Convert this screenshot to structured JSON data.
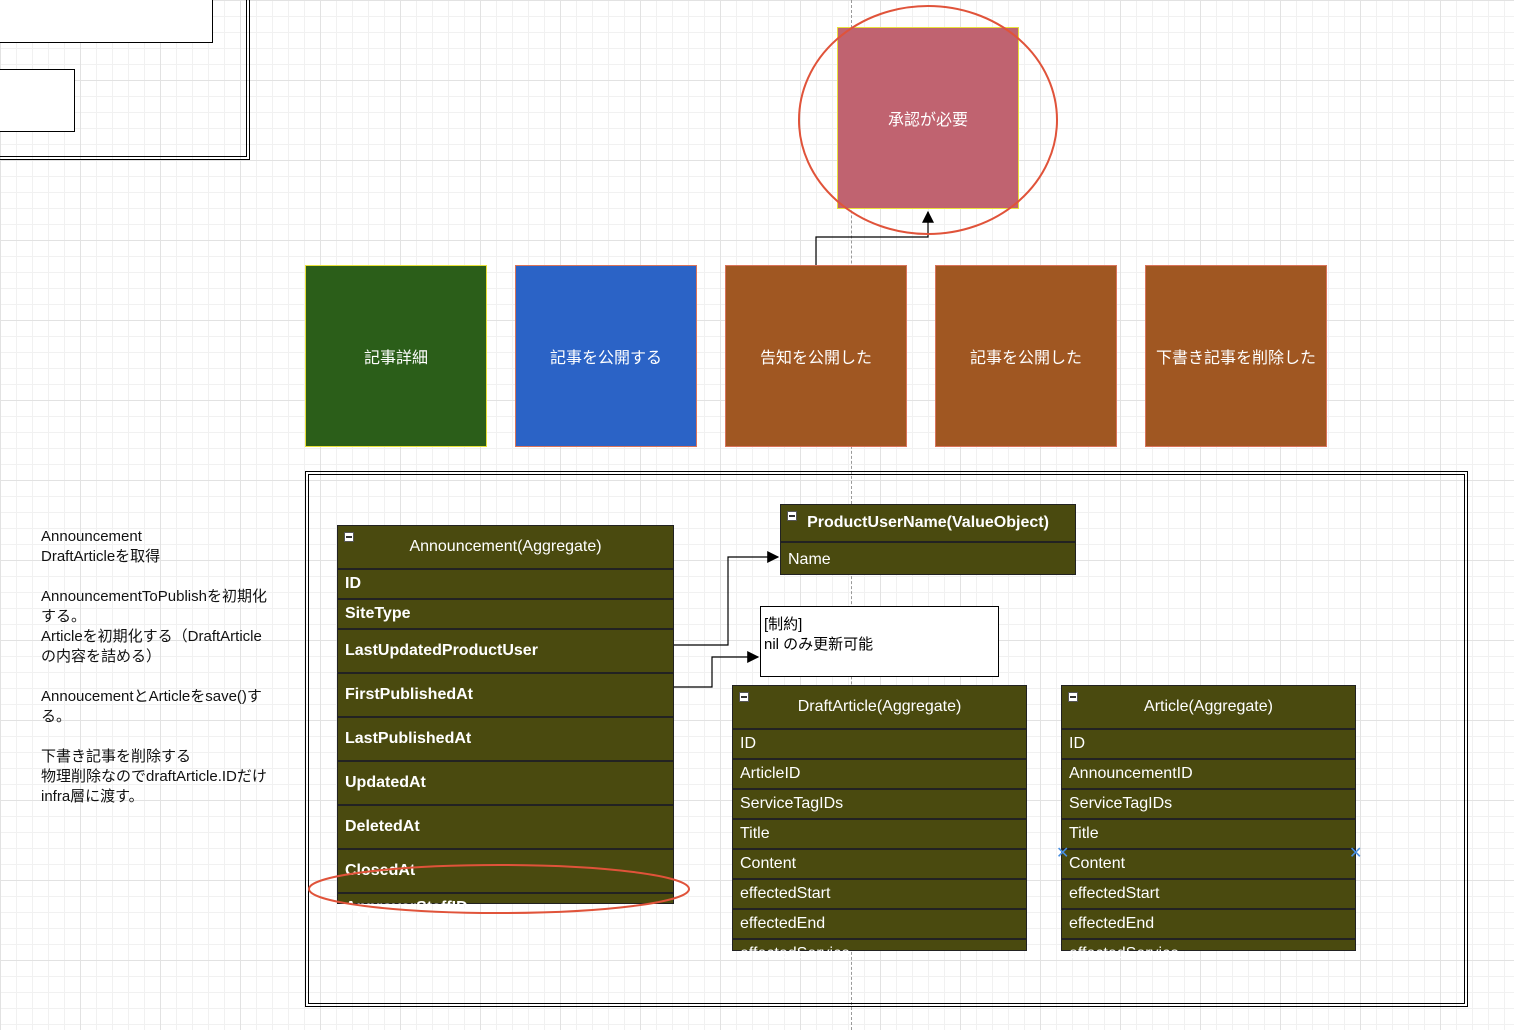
{
  "cards": {
    "approval": "承認が必要",
    "article_detail": "記事詳細",
    "publish_article": "記事を公開する",
    "announcement_published": "告知を公開した",
    "article_published": "記事を公開した",
    "draft_deleted": "下書き記事を削除した"
  },
  "notes": {
    "text": "Announcement\nDraftArticleを取得\n\nAnnouncementToPublishを初期化\nする。\nArticleを初期化する（DraftArticle\nの内容を詰める）\n\nAnnoucementとArticleをsave()す\nる。\n\n下書き記事を削除する\n物理削除なのでdraftArticle.IDだけ\ninfra層に渡す。"
  },
  "announcement": {
    "title": "Announcement(Aggregate)",
    "fields": [
      "ID",
      "SiteType",
      "LastUpdatedProductUser",
      "FirstPublishedAt",
      "LastPublishedAt",
      "UpdatedAt",
      "DeletedAt",
      "ClosedAt",
      "ApproverStaffID"
    ]
  },
  "product_user_name": {
    "title_bold": "ProductUserName(",
    "title_rest": "ValueObject)",
    "fields": [
      "Name"
    ]
  },
  "constraint": {
    "text": "[制約]\nnil のみ更新可能"
  },
  "draft_article": {
    "title": "DraftArticle(Aggregate)",
    "fields": [
      "ID",
      "ArticleID",
      "ServiceTagIDs",
      "Title",
      "Content",
      "effectedStart",
      "effectedEnd",
      "effectedService"
    ]
  },
  "article": {
    "title": "Article(Aggregate)",
    "fields": [
      "ID",
      "AnnouncementID",
      "ServiceTagIDs",
      "Title",
      "Content",
      "effectedStart",
      "effectedEnd",
      "effectedService"
    ]
  },
  "colors": {
    "green": "#2b5e19",
    "blue": "#2b63c6",
    "orange": "#a05722",
    "pink": "#c06370",
    "uml": "#4a4a0f",
    "highlight": "#e0533a"
  }
}
